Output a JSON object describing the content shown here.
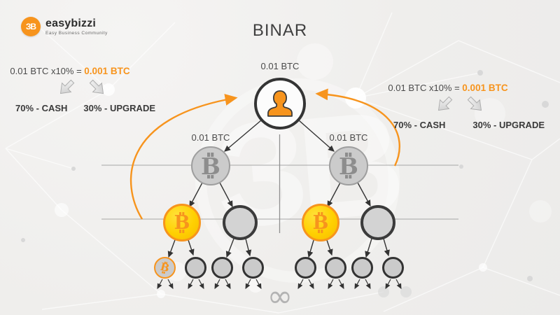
{
  "logo": {
    "badge_glyph": "ЗB",
    "brand": "easybizzi",
    "tagline": "Easy Business Community"
  },
  "title": "BINAR",
  "formula_left": {
    "prefix": "0.01 BTC x10% =",
    "result": "0.001 BTC",
    "cash": "70% - CASH",
    "upgrade": "30% - UPGRADE"
  },
  "formula_right": {
    "prefix": "0.01 BTC x10% =",
    "result": "0.001 BTC",
    "cash": "70% - CASH",
    "upgrade": "30% - UPGRADE"
  },
  "tree": {
    "root_label": "0.01 BTC",
    "left_branch_label": "0.01 BTC",
    "right_branch_label": "0.01 BTC",
    "btc_letter": "B",
    "infinity": "∞"
  },
  "colors": {
    "accent_orange": "#f7941d",
    "gold": "#ffd001",
    "node_gray": "#cbcbcb",
    "dark": "#333333"
  }
}
